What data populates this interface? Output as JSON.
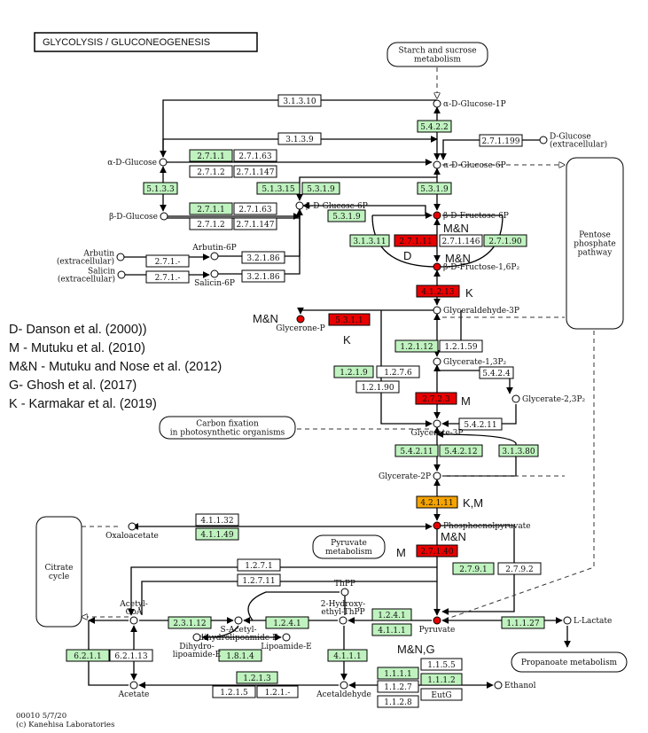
{
  "title": "GLYCOLYSIS / GLUCONEOGENESIS",
  "colors": {
    "green": "#bff2bf",
    "red": "#e80000",
    "orange": "#f6a400",
    "white": "#ffffff",
    "compound": "#e80000"
  },
  "maps": [
    {
      "id": "starch",
      "label": [
        "Starch and sucrose",
        "metabolism"
      ]
    },
    {
      "id": "pentose",
      "label": [
        "Pentose",
        "phosphate",
        "pathway"
      ]
    },
    {
      "id": "carbon",
      "label": [
        "Carbon fixation",
        "in photosynthetic organisms"
      ]
    },
    {
      "id": "citrate",
      "label": [
        "Citrate",
        "cycle"
      ]
    },
    {
      "id": "pyruvate",
      "label": [
        "Pyruvate",
        "metabolism"
      ]
    },
    {
      "id": "propanoate",
      "label": [
        "Propanoate metabolism"
      ]
    }
  ],
  "compounds": [
    {
      "id": "ag1p",
      "label": [
        "α-D-Glucose-1P"
      ],
      "hit": false
    },
    {
      "id": "dglcx",
      "label": [
        "D-Glucose",
        "(extracellular)"
      ],
      "hit": false
    },
    {
      "id": "aglc",
      "label": [
        "α-D-Glucose"
      ],
      "hit": false
    },
    {
      "id": "ag6p",
      "label": [
        "α-D-Glucose-6P"
      ],
      "hit": false
    },
    {
      "id": "bglc",
      "label": [
        "β-D-Glucose"
      ],
      "hit": false
    },
    {
      "id": "bg6p",
      "label": [
        "β-D-Glucose-6P"
      ],
      "hit": false
    },
    {
      "id": "bf6p",
      "label": [
        "β-D-Fructose-6P"
      ],
      "hit": true
    },
    {
      "id": "arbx",
      "label": [
        "Arbutin",
        "(extracellular)"
      ],
      "hit": false
    },
    {
      "id": "arb6p",
      "label": [
        "Arbutin-6P"
      ],
      "hit": false
    },
    {
      "id": "salx",
      "label": [
        "Salicin",
        "(extracellular)"
      ],
      "hit": false
    },
    {
      "id": "sal6p",
      "label": [
        "Salicin-6P"
      ],
      "hit": false
    },
    {
      "id": "fbp",
      "label": [
        "β-D-Fructose-1,6P₂"
      ],
      "hit": true
    },
    {
      "id": "g3p",
      "label": [
        "Glyceraldehyde-3P"
      ],
      "hit": false
    },
    {
      "id": "gp",
      "label": [
        "Glycerone-P"
      ],
      "hit": true
    },
    {
      "id": "bpg",
      "label": [
        "Glycerate-1,3P₂"
      ],
      "hit": false
    },
    {
      "id": "g23",
      "label": [
        "Glycerate-2,3P₂"
      ],
      "hit": false
    },
    {
      "id": "g3pa",
      "label": [
        "Glycerate-3P"
      ],
      "hit": false
    },
    {
      "id": "g2p",
      "label": [
        "Glycerate-2P"
      ],
      "hit": false
    },
    {
      "id": "pep",
      "label": [
        "Phosphoenolpyruvate"
      ],
      "hit": true
    },
    {
      "id": "oaa",
      "label": [
        "Oxaloacetate"
      ],
      "hit": false
    },
    {
      "id": "pyr",
      "label": [
        "Pyruvate"
      ],
      "hit": true
    },
    {
      "id": "lac",
      "label": [
        "L-Lactate"
      ],
      "hit": false
    },
    {
      "id": "acoa",
      "label": [
        "Acetyl-",
        "CoA"
      ],
      "hit": false
    },
    {
      "id": "thpp",
      "label": [
        "ThPP"
      ],
      "hit": false
    },
    {
      "id": "hethpp",
      "label": [
        "2-Hydroxy-",
        "ethyl-ThPP"
      ],
      "hit": false
    },
    {
      "id": "sadl",
      "label": [
        "S-Acetyl-",
        "dihydrolipoamide-E"
      ],
      "hit": false
    },
    {
      "id": "dhl",
      "label": [
        "Dihydro-",
        "lipoamide-E"
      ],
      "hit": false
    },
    {
      "id": "lipo",
      "label": [
        "Lipoamide-E"
      ],
      "hit": false
    },
    {
      "id": "ace",
      "label": [
        "Acetate"
      ],
      "hit": false
    },
    {
      "id": "acal",
      "label": [
        "Acetaldehyde"
      ],
      "hit": false
    },
    {
      "id": "etoh",
      "label": [
        "Ethanol"
      ],
      "hit": false
    }
  ],
  "enzymes": [
    {
      "id": "e1",
      "label": "3.1.3.10",
      "color": "white"
    },
    {
      "id": "e2",
      "label": "5.4.2.2",
      "color": "green"
    },
    {
      "id": "e3",
      "label": "3.1.3.9",
      "color": "white"
    },
    {
      "id": "e4",
      "label": "2.7.1.199",
      "color": "white"
    },
    {
      "id": "e5",
      "label": "2.7.1.1",
      "color": "green"
    },
    {
      "id": "e6",
      "label": "2.7.1.63",
      "color": "white"
    },
    {
      "id": "e7",
      "label": "2.7.1.2",
      "color": "white"
    },
    {
      "id": "e8",
      "label": "2.7.1.147",
      "color": "white"
    },
    {
      "id": "e9",
      "label": "5.1.3.3",
      "color": "green"
    },
    {
      "id": "e10",
      "label": "5.1.3.15",
      "color": "green"
    },
    {
      "id": "e11",
      "label": "5.3.1.9",
      "color": "green"
    },
    {
      "id": "e12",
      "label": "5.3.1.9",
      "color": "green"
    },
    {
      "id": "e13",
      "label": "2.7.1.1",
      "color": "green"
    },
    {
      "id": "e14",
      "label": "2.7.1.63",
      "color": "white"
    },
    {
      "id": "e15",
      "label": "2.7.1.2",
      "color": "white"
    },
    {
      "id": "e16",
      "label": "2.7.1.147",
      "color": "white"
    },
    {
      "id": "e17",
      "label": "5.3.1.9",
      "color": "green"
    },
    {
      "id": "e18",
      "label": "3.1.3.11",
      "color": "green"
    },
    {
      "id": "e19",
      "label": "2.7.1.11",
      "color": "red"
    },
    {
      "id": "e20",
      "label": "2.7.1.146",
      "color": "white"
    },
    {
      "id": "e21",
      "label": "2.7.1.90",
      "color": "green"
    },
    {
      "id": "e22",
      "label": "2.7.1.-",
      "color": "white"
    },
    {
      "id": "e23",
      "label": "3.2.1.86",
      "color": "white"
    },
    {
      "id": "e24",
      "label": "2.7.1.-",
      "color": "white"
    },
    {
      "id": "e25",
      "label": "3.2.1.86",
      "color": "white"
    },
    {
      "id": "e26",
      "label": "4.1.2.13",
      "color": "red"
    },
    {
      "id": "e27",
      "label": "5.3.1.1",
      "color": "red"
    },
    {
      "id": "e28",
      "label": "1.2.1.12",
      "color": "green"
    },
    {
      "id": "e29",
      "label": "1.2.1.59",
      "color": "white"
    },
    {
      "id": "e30",
      "label": "1.2.1.9",
      "color": "green"
    },
    {
      "id": "e31",
      "label": "1.2.7.6",
      "color": "white"
    },
    {
      "id": "e32",
      "label": "5.4.2.4",
      "color": "white"
    },
    {
      "id": "e33",
      "label": "1.2.1.90",
      "color": "white"
    },
    {
      "id": "e34",
      "label": "2.7.2.3",
      "color": "red"
    },
    {
      "id": "e35",
      "label": "5.4.2.11",
      "color": "white"
    },
    {
      "id": "e36",
      "label": "5.4.2.11",
      "color": "green"
    },
    {
      "id": "e37",
      "label": "5.4.2.12",
      "color": "green"
    },
    {
      "id": "e38",
      "label": "3.1.3.80",
      "color": "green"
    },
    {
      "id": "e39",
      "label": "4.2.1.11",
      "color": "orange"
    },
    {
      "id": "e40",
      "label": "4.1.1.32",
      "color": "white"
    },
    {
      "id": "e41",
      "label": "4.1.1.49",
      "color": "green"
    },
    {
      "id": "e42",
      "label": "2.7.1.40",
      "color": "red"
    },
    {
      "id": "e43",
      "label": "2.7.9.1",
      "color": "green"
    },
    {
      "id": "e44",
      "label": "2.7.9.2",
      "color": "white"
    },
    {
      "id": "e45",
      "label": "1.2.7.1",
      "color": "white"
    },
    {
      "id": "e46",
      "label": "1.2.7.11",
      "color": "white"
    },
    {
      "id": "e47",
      "label": "2.3.1.12",
      "color": "green"
    },
    {
      "id": "e48",
      "label": "1.2.4.1",
      "color": "green"
    },
    {
      "id": "e49",
      "label": "1.2.4.1",
      "color": "green"
    },
    {
      "id": "e50",
      "label": "4.1.1.1",
      "color": "green"
    },
    {
      "id": "e51",
      "label": "1.1.1.27",
      "color": "green"
    },
    {
      "id": "e52",
      "label": "6.2.1.1",
      "color": "green"
    },
    {
      "id": "e53",
      "label": "6.2.1.13",
      "color": "white"
    },
    {
      "id": "e54",
      "label": "1.8.1.4",
      "color": "green"
    },
    {
      "id": "e55",
      "label": "4.1.1.1",
      "color": "green"
    },
    {
      "id": "e56",
      "label": "1.2.1.3",
      "color": "green"
    },
    {
      "id": "e57",
      "label": "1.2.1.5",
      "color": "white"
    },
    {
      "id": "e58",
      "label": "1.2.1.-",
      "color": "white"
    },
    {
      "id": "e59",
      "label": "1.1.5.5",
      "color": "white"
    },
    {
      "id": "e60",
      "label": "1.1.1.1",
      "color": "green"
    },
    {
      "id": "e61",
      "label": "1.1.1.2",
      "color": "green"
    },
    {
      "id": "e62",
      "label": "1.1.2.7",
      "color": "white"
    },
    {
      "id": "e63",
      "label": "EutG",
      "color": "white"
    },
    {
      "id": "e64",
      "label": "1.1.2.8",
      "color": "white"
    }
  ],
  "annotations": [
    {
      "id": "a1",
      "text": "M&N"
    },
    {
      "id": "a2",
      "text": "D"
    },
    {
      "id": "a3",
      "text": "M&N"
    },
    {
      "id": "a4",
      "text": "K"
    },
    {
      "id": "a5",
      "text": "M&N"
    },
    {
      "id": "a6",
      "text": "K"
    },
    {
      "id": "a7",
      "text": "M"
    },
    {
      "id": "a8",
      "text": "K,M"
    },
    {
      "id": "a9",
      "text": "M&N"
    },
    {
      "id": "a10",
      "text": "M"
    },
    {
      "id": "a11",
      "text": "M&N,G"
    }
  ],
  "citations": [
    "D- Danson et al. (2000))",
    "M - Mutuku et al. (2010)",
    "M&N - Mutuku and Nose et al. (2012)",
    "G- Ghosh et al. (2017)",
    "K - Karmakar et al. (2019)"
  ],
  "footer": {
    "id_date": "00010 5/7/20",
    "copyright": "(c) Kanehisa Laboratories"
  }
}
